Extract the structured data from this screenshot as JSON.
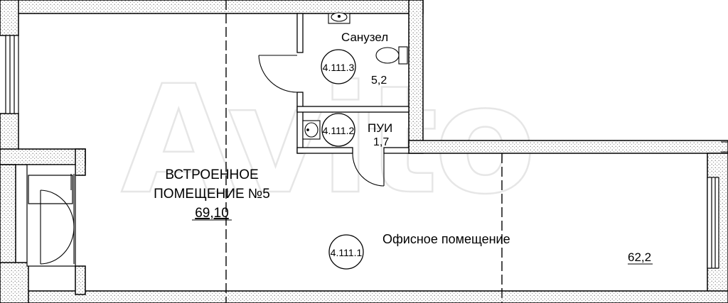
{
  "plan": {
    "title_line1": "ВСТРОЕННОЕ",
    "title_line2": "ПОМЕЩЕНИЕ №5",
    "total_area": "69,10"
  },
  "rooms": {
    "bathroom": {
      "name": "Санузел",
      "code": "4.111.3",
      "area": "5,2"
    },
    "utility": {
      "name": "ПУИ",
      "code": "4.111.2",
      "area": "1,7"
    },
    "office": {
      "name": "Офисное помещение",
      "code": "4.111.1",
      "area": "62,2"
    }
  },
  "watermark": {
    "text": "Avito"
  },
  "colors": {
    "line": "#000000",
    "wall_fill": "#ffffff",
    "hatch": "#555555",
    "watermark": "#e6e6e6"
  }
}
